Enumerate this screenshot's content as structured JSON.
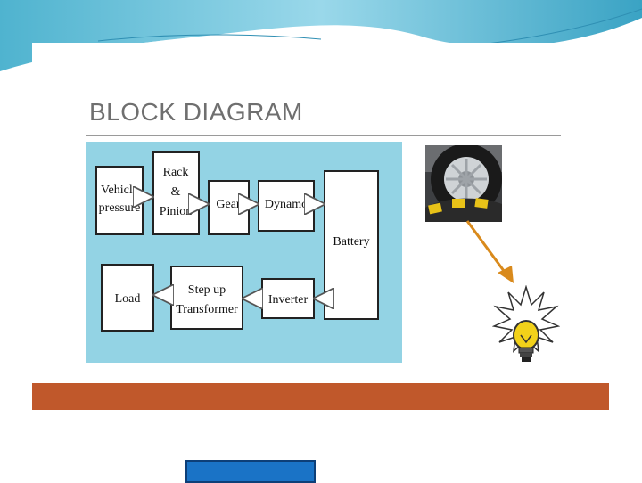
{
  "slide": {
    "title": "BLOCK DIAGRAM"
  },
  "diagram": {
    "blocks": {
      "vehicle_pressure": [
        "Vehicle",
        "pressure"
      ],
      "rack_pinion": [
        "Rack",
        "&",
        "Pinion"
      ],
      "gear": [
        "Gear"
      ],
      "dynamo": [
        "Dynamo"
      ],
      "battery": [
        "Battery"
      ],
      "inverter": [
        "Inverter"
      ],
      "step_up_transformer": [
        "Step up",
        "Transformer"
      ],
      "load": [
        "Load"
      ]
    }
  },
  "icons": [
    "tire-on-speed-breaker-icon",
    "arrow-icon",
    "light-bulb-icon"
  ],
  "colors": {
    "diagram_background": "#93d3e4",
    "footer_bar": "#c0582b",
    "title_text": "#6f6f6f",
    "arrow": "#d98a1c",
    "nav_button": "#1a73c6"
  }
}
